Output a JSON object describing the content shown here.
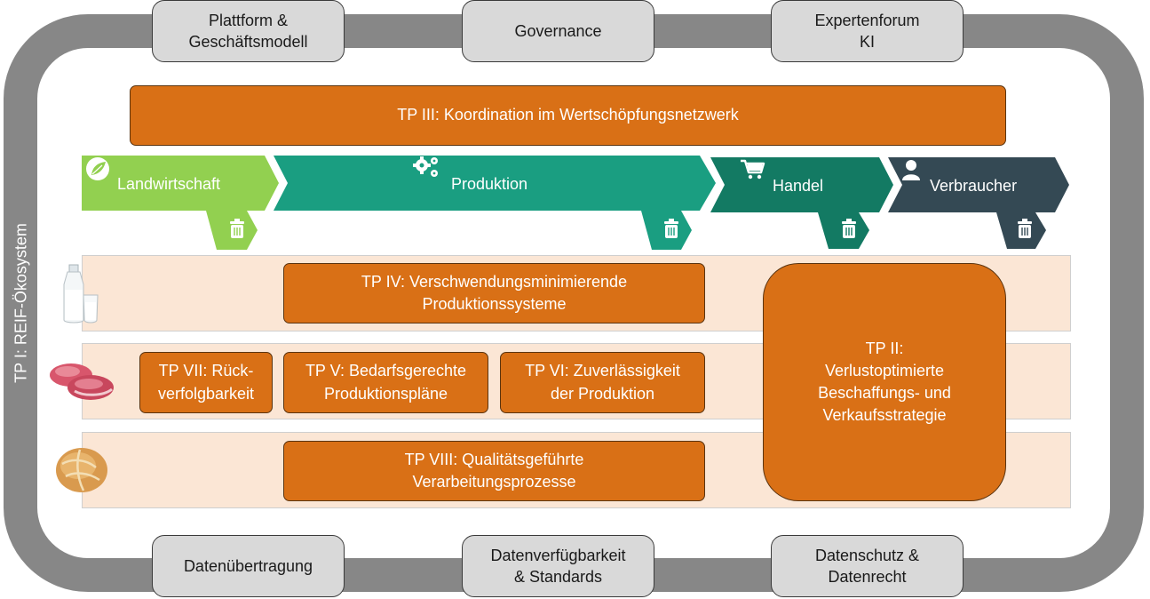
{
  "ring": {
    "label": "TP I: REIF-Ökosystem",
    "color": "#878787"
  },
  "top_boxes": [
    {
      "label": "Plattform &\nGeschäftsmodell"
    },
    {
      "label": "Governance"
    },
    {
      "label": "Expertenforum\nKI"
    }
  ],
  "bottom_boxes": [
    {
      "label": "Datenübertragung"
    },
    {
      "label": "Datenverfügbarkeit\n& Standards"
    },
    {
      "label": "Datenschutz &\nDatenrecht"
    }
  ],
  "tp3": {
    "label": "TP III: Koordination im Wertschöpfungsnetzwerk"
  },
  "stages": [
    {
      "label": "Landwirtschaft",
      "icon": "leaf-icon",
      "color": "#92d050"
    },
    {
      "label": "Produktion",
      "icon": "gears-icon",
      "color": "#1a9e81"
    },
    {
      "label": "Handel",
      "icon": "cart-icon",
      "color": "#137a63"
    },
    {
      "label": "Verbraucher",
      "icon": "user-icon",
      "color": "#344954"
    }
  ],
  "rows": [
    {
      "icon": "milk-icon"
    },
    {
      "icon": "meat-icon"
    },
    {
      "icon": "bread-roll-icon"
    }
  ],
  "tp_boxes": {
    "tp4": "TP IV: Verschwendungsminimierende\nProduktionssysteme",
    "tp7": "TP VII: Rück-\nverfolgbarkeit",
    "tp5": "TP V: Bedarfsgerechte\nProduktionspläne",
    "tp6": "TP VI: Zuverlässigkeit\nder Produktion",
    "tp8": "TP VIII: Qualitätsgeführte\nVerarbeitungsprozesse",
    "tp2": "TP II:\nVerlustoptimierte\nBeschaffungs- und\nVerkaufsstrategie"
  },
  "colors": {
    "orange": "#d97016",
    "row_fill": "#fbe6d5",
    "gray_box": "#d9d9d9"
  }
}
